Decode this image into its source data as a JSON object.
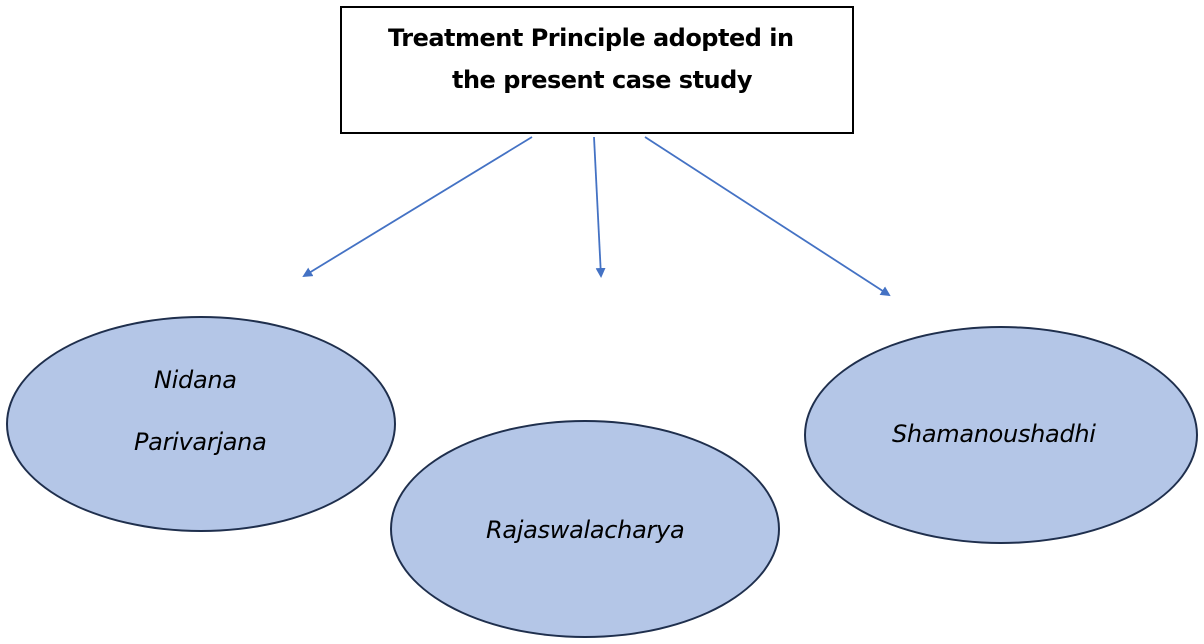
{
  "title": {
    "line1": "Treatment Principle adopted in",
    "line2": "the present case study"
  },
  "nodes": [
    {
      "lines": [
        "Nidana",
        "Parivarjana"
      ]
    },
    {
      "lines": [
        "Rajaswalacharya"
      ]
    },
    {
      "lines": [
        "Shamanoushadhi"
      ]
    }
  ],
  "colors": {
    "node_fill": "#b4c6e7",
    "node_border": "#1f2f4d",
    "arrow": "#4472c4",
    "box_border": "#000000"
  }
}
